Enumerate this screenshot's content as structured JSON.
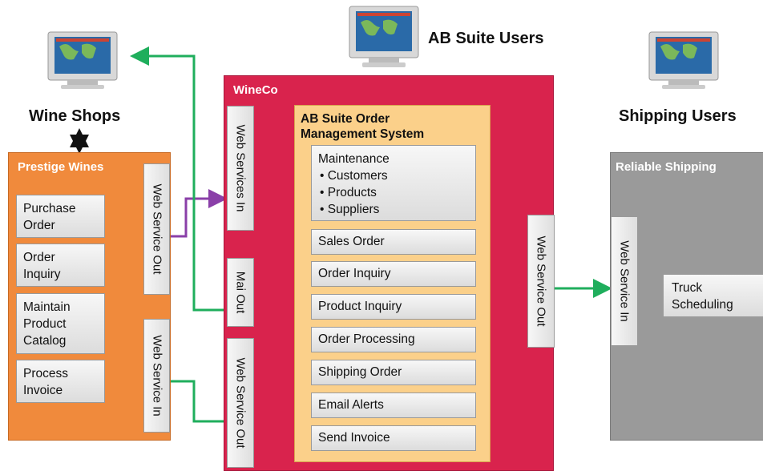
{
  "headings": {
    "ab_suite_users": "AB Suite Users",
    "wine_shops": "Wine Shops",
    "shipping_users": "Shipping Users"
  },
  "prestige": {
    "title": "Prestige Wines",
    "purchase_order": [
      "Purchase",
      "Order"
    ],
    "order_inquiry": [
      "Order",
      "Inquiry"
    ],
    "maintain_catalog": [
      "Maintain",
      "Product",
      "Catalog"
    ],
    "process_invoice": [
      "Process",
      "Invoice"
    ],
    "ws_out": "Web Service Out",
    "ws_in": "Web Service In"
  },
  "wineco": {
    "title": "WineCo",
    "ws_in": "Web Services In",
    "mai_out": "Mai Out",
    "ws_out": "Web Service Out",
    "system_title": [
      "AB Suite Order",
      "Management System"
    ],
    "maintenance": {
      "title": "Maintenance",
      "items": [
        "• Customers",
        "• Products",
        "• Suppliers"
      ]
    },
    "rows": [
      "Sales Order",
      "Order Inquiry",
      "Product Inquiry",
      "Order Processing",
      "Shipping Order",
      "Email Alerts",
      "Send Invoice"
    ],
    "ws_out_right": "Web Service Out"
  },
  "reliable": {
    "title": "Reliable Shipping",
    "ws_in": "Web Service In",
    "truck": [
      "Truck",
      "Scheduling"
    ]
  },
  "colors": {
    "prestige": "#f08a3c",
    "wineco": "#d9234d",
    "system": "#fbd08a",
    "reliable": "#9a9a9a",
    "purple": "#8a3fa8",
    "green": "#1fae5c"
  }
}
